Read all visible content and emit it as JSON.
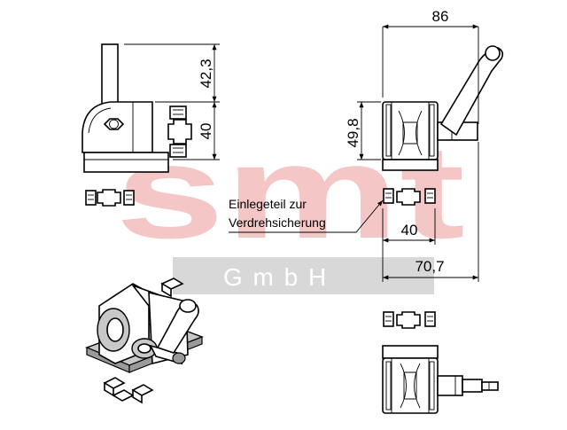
{
  "watermark": {
    "logo_text": "smt",
    "company_text": "G m b H",
    "logo_color": "#f4c6c6",
    "band_color": "#d8d8d8"
  },
  "dimensions": {
    "left_height_upper": "42,3",
    "left_height_lower": "40",
    "right_total_width": "86",
    "right_height": "49,8",
    "right_insert_width": "40",
    "right_overall_width": "70,7"
  },
  "annotation": {
    "line1": "Einlegeteil zur",
    "line2": "Verdrehsicherung"
  }
}
